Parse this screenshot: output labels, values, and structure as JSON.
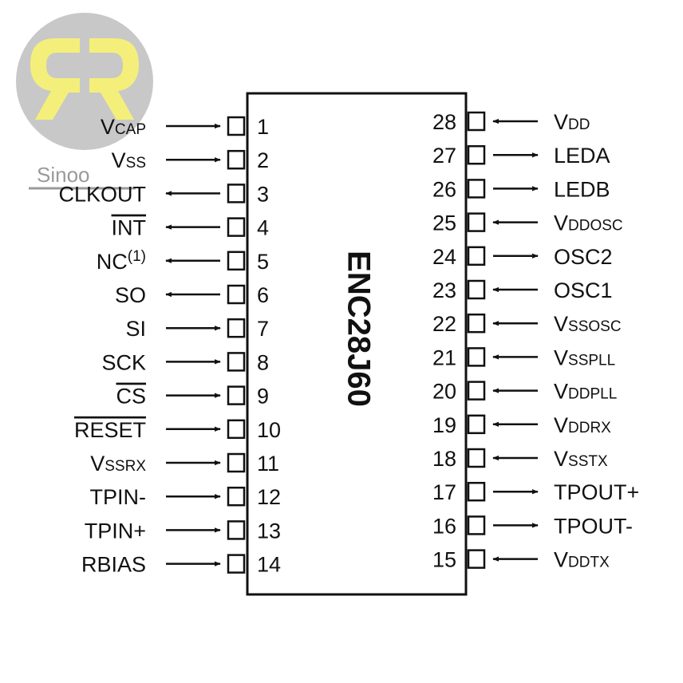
{
  "watermark": {
    "logo_letters": "RR",
    "text": "Sinoo"
  },
  "chip": {
    "name": "ENC28J60"
  },
  "colors": {
    "logo_circle": "#c8c8c8",
    "logo_letter": "#f4ef7a",
    "line": "#111111"
  },
  "left_pins": [
    {
      "num": "1",
      "main": "V",
      "sub": "CAP",
      "dir": "in"
    },
    {
      "num": "2",
      "main": "V",
      "sub": "SS",
      "dir": "in"
    },
    {
      "num": "3",
      "main": "CLKOUT",
      "dir": "out"
    },
    {
      "num": "4",
      "main": "INT",
      "dir": "out",
      "overline": true
    },
    {
      "num": "5",
      "main": "NC",
      "sup": "(1)",
      "dir": "out"
    },
    {
      "num": "6",
      "main": "SO",
      "dir": "out"
    },
    {
      "num": "7",
      "main": "SI",
      "dir": "in"
    },
    {
      "num": "8",
      "main": "SCK",
      "dir": "in"
    },
    {
      "num": "9",
      "main": "CS",
      "dir": "in",
      "overline": true
    },
    {
      "num": "10",
      "main": "RESET",
      "dir": "in",
      "overline": true
    },
    {
      "num": "11",
      "main": "V",
      "sub": "SSRX",
      "dir": "in"
    },
    {
      "num": "12",
      "main": "TPIN-",
      "dir": "in"
    },
    {
      "num": "13",
      "main": "TPIN+",
      "dir": "in"
    },
    {
      "num": "14",
      "main": "RBIAS",
      "dir": "in"
    }
  ],
  "right_pins": [
    {
      "num": "28",
      "main": "V",
      "sub": "DD",
      "dir": "in"
    },
    {
      "num": "27",
      "main": "LEDA",
      "dir": "out"
    },
    {
      "num": "26",
      "main": "LEDB",
      "dir": "out"
    },
    {
      "num": "25",
      "main": "V",
      "sub": "DDOSC",
      "dir": "in"
    },
    {
      "num": "24",
      "main": "OSC2",
      "dir": "out"
    },
    {
      "num": "23",
      "main": "OSC1",
      "dir": "in"
    },
    {
      "num": "22",
      "main": "V",
      "sub": "SSOSC",
      "dir": "in"
    },
    {
      "num": "21",
      "main": "V",
      "sub": "SSPLL",
      "dir": "in"
    },
    {
      "num": "20",
      "main": "V",
      "sub": "DDPLL",
      "dir": "in"
    },
    {
      "num": "19",
      "main": "V",
      "sub": "DDRX",
      "dir": "in"
    },
    {
      "num": "18",
      "main": "V",
      "sub": "SSTX",
      "dir": "in"
    },
    {
      "num": "17",
      "main": "TPOUT+",
      "dir": "out"
    },
    {
      "num": "16",
      "main": "TPOUT-",
      "dir": "out"
    },
    {
      "num": "15",
      "main": "V",
      "sub": "DDTX",
      "dir": "in"
    }
  ]
}
